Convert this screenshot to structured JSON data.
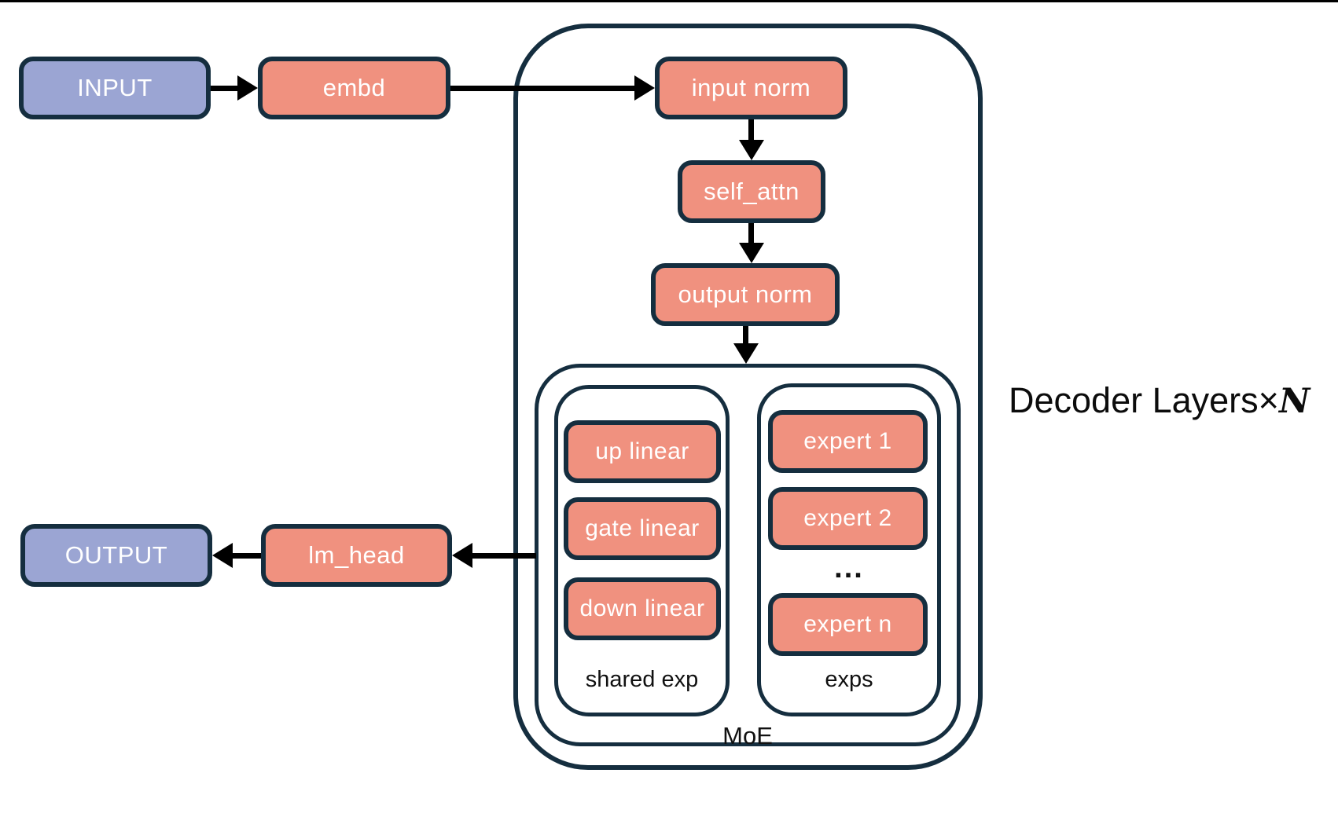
{
  "nodes": {
    "input": {
      "label": "INPUT"
    },
    "embd": {
      "label": "embd"
    },
    "input_norm": {
      "label": "input norm"
    },
    "self_attn": {
      "label": "self_attn"
    },
    "output_norm": {
      "label": "output norm"
    },
    "up_linear": {
      "label": "up linear"
    },
    "gate_linear": {
      "label": "gate linear"
    },
    "down_linear": {
      "label": "down linear"
    },
    "expert_1": {
      "label": "expert 1"
    },
    "expert_2": {
      "label": "expert 2"
    },
    "expert_ellipsis": {
      "label": "..."
    },
    "expert_n": {
      "label": "expert n"
    },
    "lm_head": {
      "label": "lm_head"
    },
    "output": {
      "label": "OUTPUT"
    }
  },
  "groups": {
    "moe": {
      "label": "MoE"
    },
    "shared_exp": {
      "label": "shared exp"
    },
    "exps": {
      "label": "exps"
    },
    "decoder_layers": {
      "prefix": "Decoder Layers",
      "times": "×",
      "multiplier": "N"
    }
  },
  "colors": {
    "box_salmon": "#f0917f",
    "box_purple": "#9ba5d3",
    "outline_navy": "#152e3f",
    "arrow_black": "#000000",
    "label_black": "#111111",
    "canvas_white": "#ffffff"
  }
}
